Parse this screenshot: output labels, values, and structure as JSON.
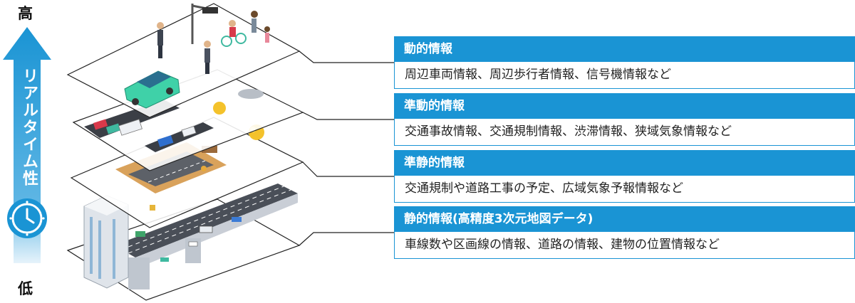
{
  "axis": {
    "high_label": "高",
    "low_label": "低",
    "realtime_label": "リアルタイム性",
    "arrow_color": "#1a94d4",
    "icon": "clock-icon"
  },
  "layers": [
    {
      "title": "動的情報",
      "description": "周辺車両情報、周辺歩行者情報、信号機情報など"
    },
    {
      "title": "準動的情報",
      "description": "交通事故情報、交通規制情報、渋滞情報、狭域気象情報など"
    },
    {
      "title": "準静的情報",
      "description": "交通規制や道路工事の予定、広域気象予報情報など"
    },
    {
      "title": "静的情報(高精度3次元地図データ)",
      "description": "車線数や区画線の情報、道路の情報、建物の位置情報など"
    }
  ],
  "colors": {
    "accent": "#1a94d4",
    "text": "#222222"
  }
}
